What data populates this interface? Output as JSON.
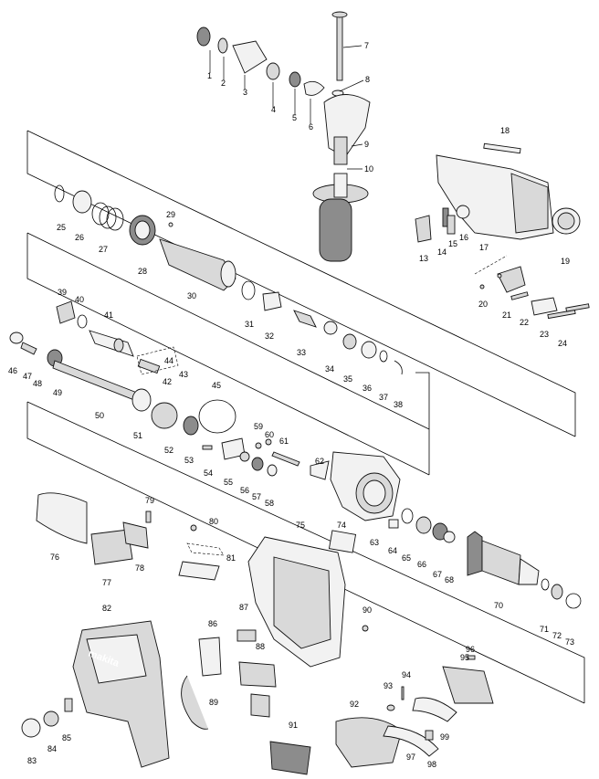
{
  "diagram": {
    "type": "exploded-parts-view",
    "part_numbers": [
      "1",
      "2",
      "3",
      "4",
      "5",
      "6",
      "7",
      "8",
      "9",
      "10",
      "13",
      "14",
      "15",
      "16",
      "17",
      "18",
      "19",
      "20",
      "21",
      "22",
      "23",
      "24",
      "25",
      "26",
      "27",
      "28",
      "29",
      "30",
      "31",
      "32",
      "33",
      "34",
      "35",
      "36",
      "37",
      "38",
      "39",
      "40",
      "41",
      "42",
      "43",
      "44",
      "45",
      "46",
      "47",
      "48",
      "49",
      "50",
      "51",
      "52",
      "53",
      "54",
      "55",
      "56",
      "57",
      "58",
      "59",
      "60",
      "61",
      "62",
      "63",
      "64",
      "65",
      "66",
      "67",
      "68",
      "70",
      "71",
      "72",
      "73",
      "74",
      "75",
      "76",
      "77",
      "78",
      "79",
      "80",
      "81",
      "82",
      "83",
      "84",
      "85",
      "86",
      "87",
      "88",
      "89",
      "90",
      "91",
      "92",
      "93",
      "94",
      "95",
      "96",
      "97",
      "98",
      "99"
    ],
    "brand_logo_text": "makita"
  }
}
